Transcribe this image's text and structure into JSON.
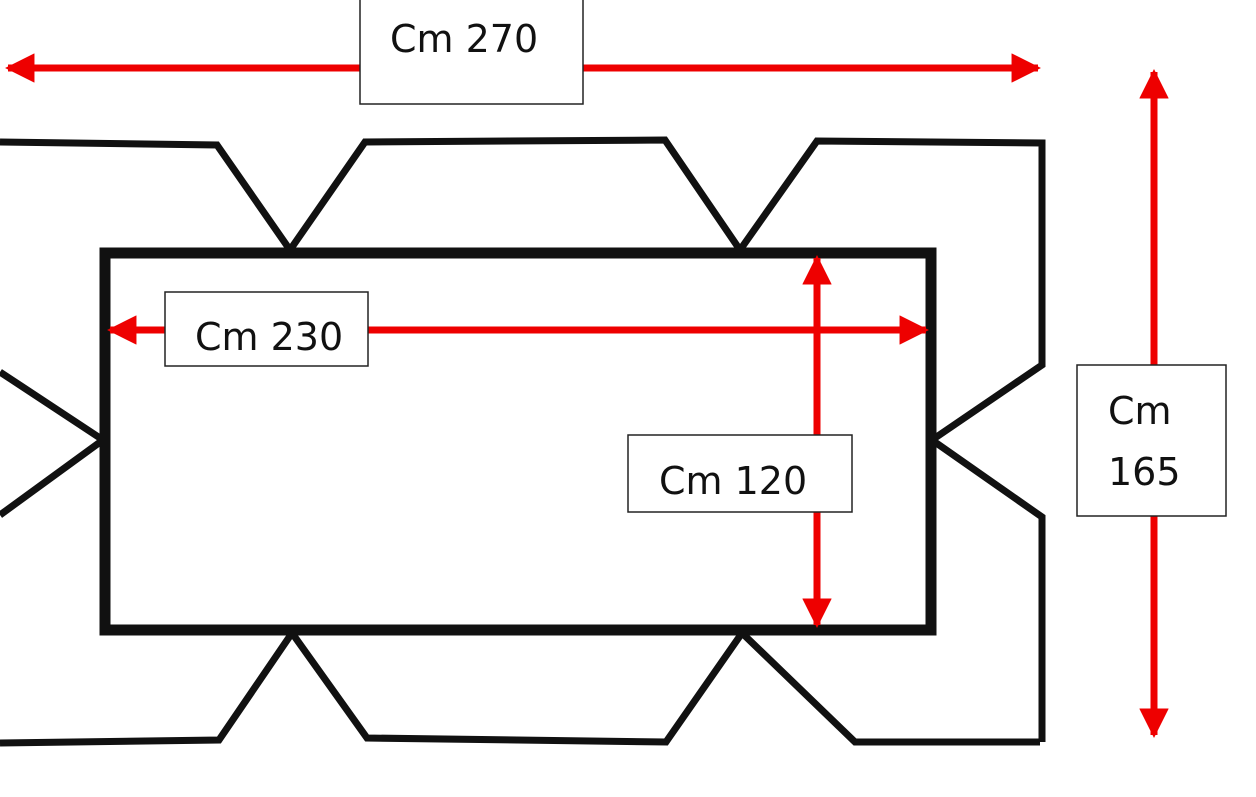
{
  "colors": {
    "outline": "#111111",
    "arrow": "#ee0000",
    "label_border": "#222222",
    "background": "#ffffff"
  },
  "labels": {
    "outer_width": "Cm 270",
    "inner_width": "Cm 230",
    "inner_height": "Cm 120",
    "outer_height_line1": "Cm",
    "outer_height_line2": "165"
  }
}
